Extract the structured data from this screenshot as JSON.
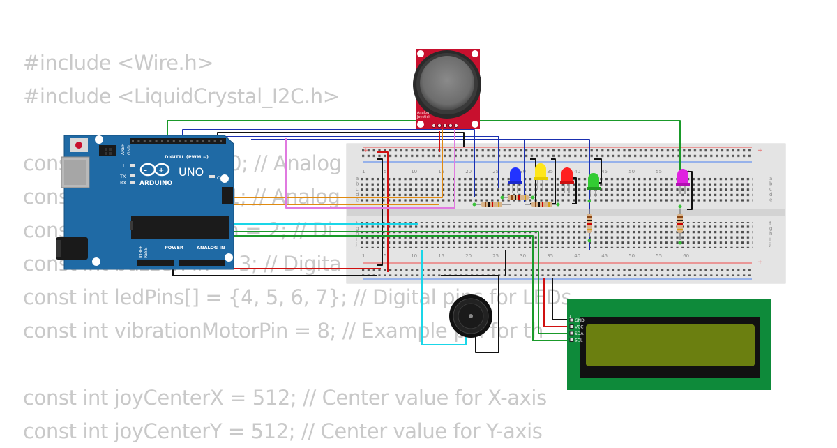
{
  "code_lines": [
    "#include <Wire.h>",
    "#include <LiquidCrystal_I2C.h>",
    "",
    "const int joyXPin = A0; // Analog",
    "const int joyYPin = A1; // Analog",
    "const int joyButtonPin = 2; // Di",
    "const int buzzerPin = 3; // Digita",
    "const int ledPins[] = {4, 5, 6, 7}; // Digital pins for LEDs",
    "const int vibrationMotorPin = 8; // Example pin for th",
    "",
    "const int joyCenterX = 512; // Center value for X-axis",
    "const int joyCenterY = 512; // Center value for Y-axis"
  ],
  "arduino": {
    "model": "UNO",
    "brand": "ARDUINO",
    "digital_header": "DIGITAL (PWM ~)",
    "power_header": "POWER",
    "analog_header": "ANALOG IN",
    "on_label": "ON",
    "l_label": "L",
    "tx_label": "TX",
    "rx_label": "RX",
    "aref_label": "AREF",
    "gnd_label": "GND",
    "ioref_label": "IOREF",
    "reset_label": "RESET"
  },
  "joystick": {
    "label_line1": "Analog",
    "label_line2": "Joystick"
  },
  "lcd": {
    "pins": [
      "GND",
      "VCC",
      "SDA",
      "SCL"
    ],
    "pin1_label": "1"
  },
  "breadboard": {
    "col_numbers": [
      "1",
      "5",
      "10",
      "15",
      "20",
      "25",
      "30",
      "35",
      "40",
      "45",
      "50",
      "55",
      "60"
    ],
    "row_letters_top": [
      "a",
      "b",
      "c",
      "d",
      "e"
    ],
    "row_letters_bottom": [
      "f",
      "g",
      "h",
      "i",
      "j"
    ]
  },
  "colors": {
    "arduino_board": "#1f6aa5",
    "joystick_pcb": "#c8102e",
    "lcd_pcb": "#0e8a3a",
    "lcd_screen": "#6b7f10",
    "led_blue": "#2233ff",
    "led_yellow": "#ffe61a",
    "led_red": "#ff2020",
    "led_green": "#33cc33",
    "led_magenta": "#e020e0"
  }
}
